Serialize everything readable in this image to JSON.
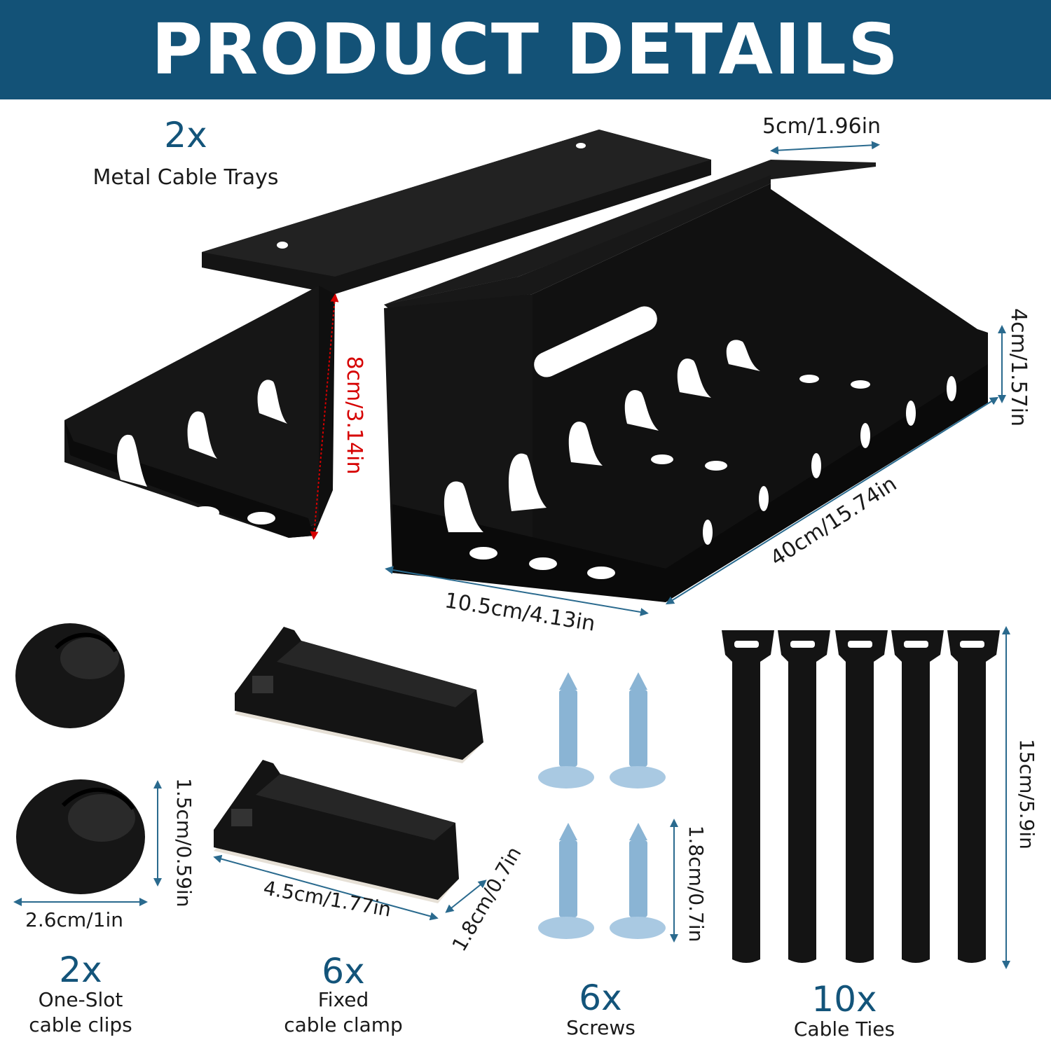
{
  "banner": {
    "title": "PRODUCT DETAILS"
  },
  "trays": {
    "qty": "2x",
    "name": "Metal Cable Trays"
  },
  "dimensions": {
    "tray_width": "5cm/1.96in",
    "tray_height_red": "8cm/3.14in",
    "tray_side_height": "4cm/1.57in",
    "tray_length": "40cm/15.74in",
    "tray_depth": "10.5cm/4.13in",
    "clip_height": "1.5cm/0.59in",
    "clip_width": "2.6cm/1in",
    "clamp_length": "4.5cm/1.77in",
    "clamp_width": "1.8cm/0.7in",
    "screw_length": "1.8cm/0.7in",
    "tie_length": "15cm/5.9in"
  },
  "items": [
    {
      "qty": "2x",
      "name_line1": "One-Slot",
      "name_line2": "cable clips"
    },
    {
      "qty": "6x",
      "name_line1": "Fixed",
      "name_line2": "cable clamp"
    },
    {
      "qty": "6x",
      "name_line1": "Screws",
      "name_line2": ""
    },
    {
      "qty": "10x",
      "name_line1": "Cable Ties",
      "name_line2": ""
    }
  ],
  "colors": {
    "banner": "#135277",
    "accent": "#13547a",
    "dimension_line": "#2a6a8e",
    "highlight": "#d60000",
    "product": "#0d0d0d"
  }
}
